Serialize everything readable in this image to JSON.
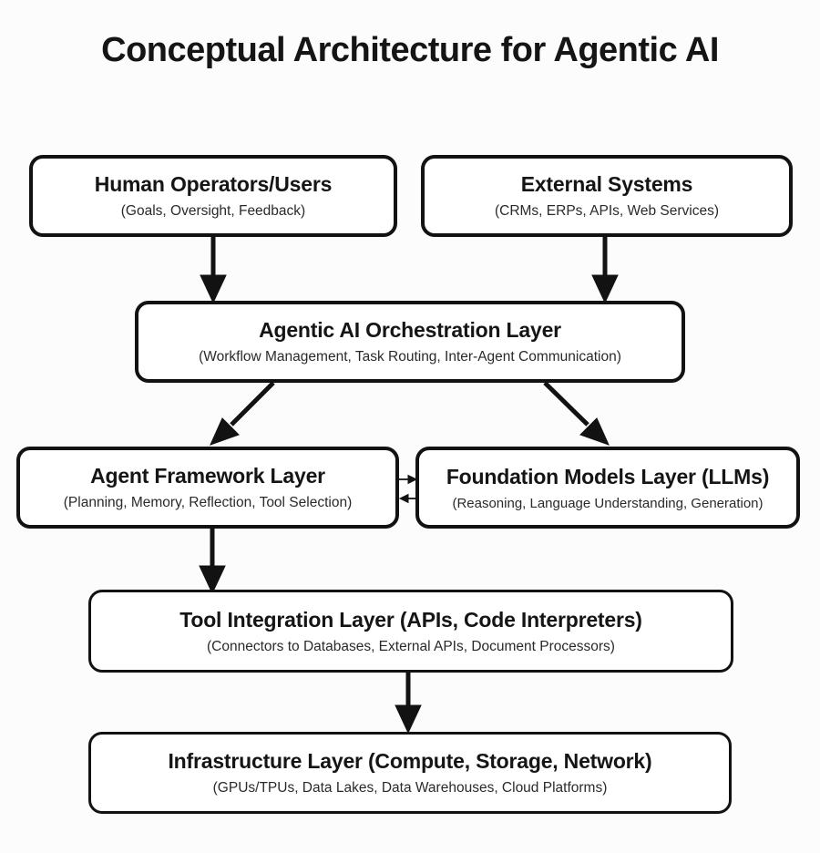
{
  "title": "Conceptual Architecture for Agentic AI",
  "colors": {
    "box_border": "#121212",
    "box_background": "#ffffff",
    "page_background": "#fcfcfc",
    "text": "#151515",
    "arrow": "#121212"
  },
  "nodes": {
    "human_operators": {
      "title": "Human Operators/Users",
      "subtitle": "(Goals, Oversight, Feedback)"
    },
    "external_systems": {
      "title": "External Systems",
      "subtitle": "(CRMs, ERPs, APIs, Web Services)"
    },
    "orchestration": {
      "title": "Agentic AI Orchestration Layer",
      "subtitle": "(Workflow Management, Task Routing, Inter-Agent Communication)"
    },
    "agent_framework": {
      "title": "Agent Framework Layer",
      "subtitle": "(Planning, Memory, Reflection, Tool Selection)"
    },
    "foundation_models": {
      "title": "Foundation Models Layer (LLMs)",
      "subtitle": "(Reasoning, Language Understanding, Generation)"
    },
    "tool_integration": {
      "title": "Tool Integration Layer (APIs, Code Interpreters)",
      "subtitle": "(Connectors to Databases, External APIs, Document Processors)"
    },
    "infrastructure": {
      "title": "Infrastructure Layer (Compute, Storage, Network)",
      "subtitle": "(GPUs/TPUs, Data Lakes, Data Warehouses, Cloud Platforms)"
    }
  },
  "edges": [
    {
      "from": "human_operators",
      "to": "orchestration",
      "style": "thick-arrow"
    },
    {
      "from": "external_systems",
      "to": "orchestration",
      "style": "thick-arrow"
    },
    {
      "from": "orchestration",
      "to": "agent_framework",
      "style": "thick-arrow"
    },
    {
      "from": "orchestration",
      "to": "foundation_models",
      "style": "thick-arrow"
    },
    {
      "from": "agent_framework",
      "to": "foundation_models",
      "style": "thin-bidirectional"
    },
    {
      "from": "agent_framework",
      "to": "tool_integration",
      "style": "thick-arrow"
    },
    {
      "from": "tool_integration",
      "to": "infrastructure",
      "style": "thick-arrow"
    }
  ]
}
